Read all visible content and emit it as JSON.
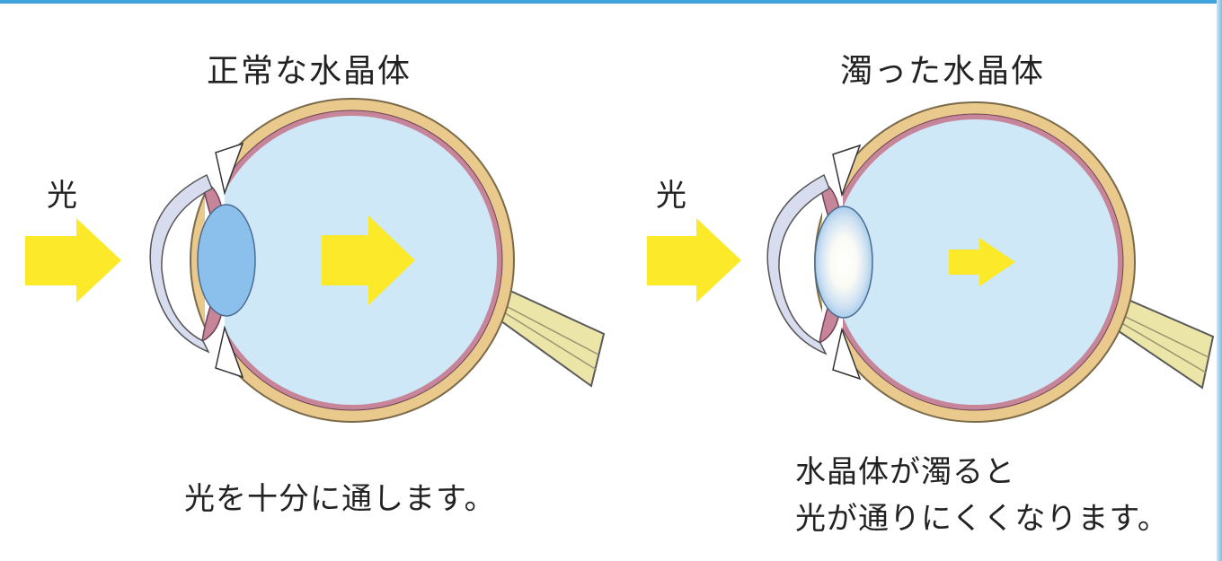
{
  "panels": {
    "normal": {
      "title": "正常な水晶体",
      "light_label": "光",
      "caption": "光を十分に通します。"
    },
    "cloudy": {
      "title": "濁った水晶体",
      "light_label": "光",
      "caption_line1": "水晶体が濁ると",
      "caption_line2": "光が通りにくくなります。"
    }
  },
  "colors": {
    "eyeball_fill": "#cfe8f8",
    "sclera": "#e9c98c",
    "choroid": "#c7859a",
    "lens_clear": "#8cc0ec",
    "lens_cloudy": "#eef3ee",
    "cornea": "#d8dcef",
    "light_arrow": "#fbe92a",
    "optic_nerve": "#ece5a8"
  },
  "icons": {
    "light_arrow": "arrow-right-icon"
  }
}
